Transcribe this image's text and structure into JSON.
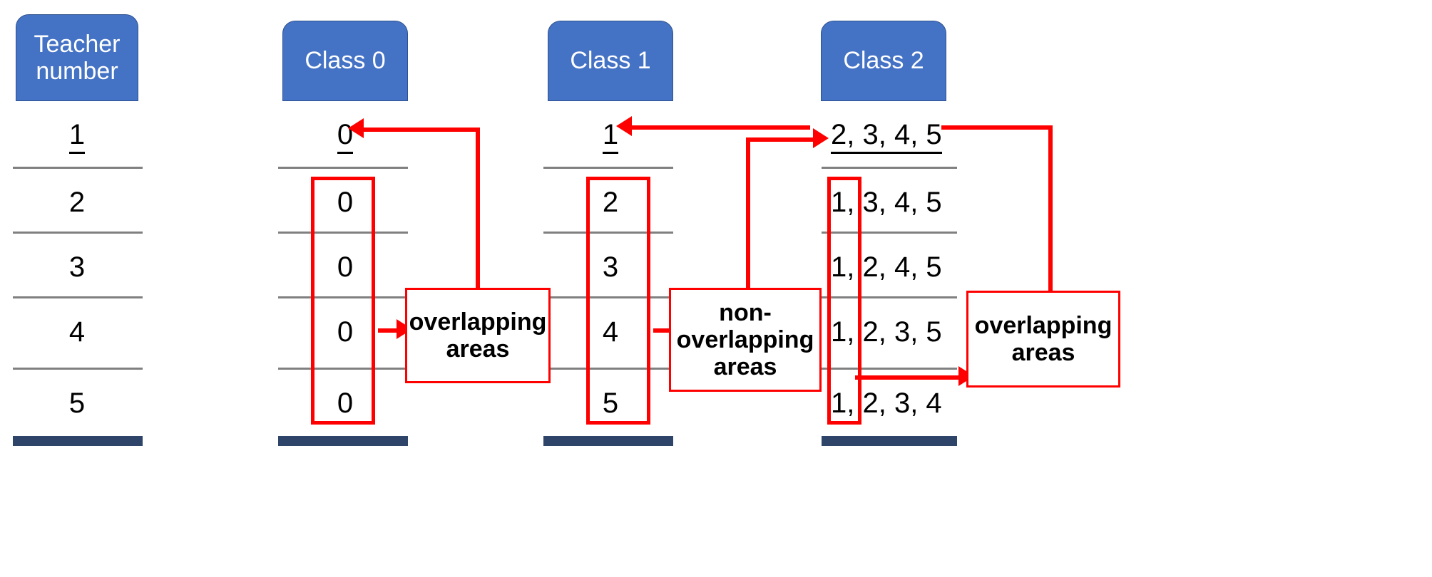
{
  "diagram": {
    "title": "Teacher class overlap table",
    "accent_color": "#4472C4",
    "annotation_color": "#FF0000",
    "rule_color": "#808080",
    "bottom_bar_color": "#2E4569"
  },
  "columns": [
    {
      "header": "Teacher\nnumber",
      "header_line1": "Teacher",
      "header_line2": "number",
      "values": [
        "1",
        "2",
        "3",
        "4",
        "5"
      ]
    },
    {
      "header_line1": "Class 0",
      "header_line2": "",
      "values": [
        "0",
        "0",
        "0",
        "0",
        "0"
      ]
    },
    {
      "header_line1": "Class 1",
      "header_line2": "",
      "values": [
        "1",
        "2",
        "3",
        "4",
        "5"
      ]
    },
    {
      "header_line1": "Class 2",
      "header_line2": "",
      "values": [
        "2, 3, 4, 5",
        "1, 3, 4, 5",
        "1, 2, 4, 5",
        "1, 2, 3, 5",
        "1, 2, 3, 4"
      ]
    }
  ],
  "annotations": {
    "overlapping_left": {
      "line1": "overlapping",
      "line2": "areas"
    },
    "non_overlapping": {
      "line1": "non-",
      "line2": "overlapping",
      "line3": "areas"
    },
    "overlapping_right": {
      "line1": "overlapping",
      "line2": "areas"
    }
  }
}
